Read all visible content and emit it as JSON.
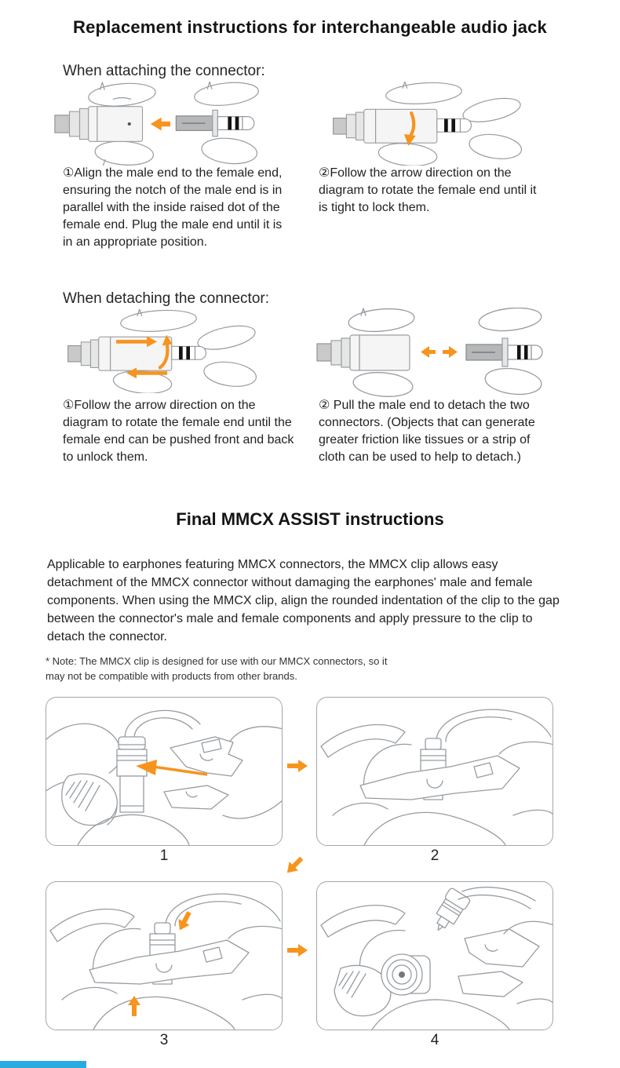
{
  "title": "Replacement instructions for interchangeable audio jack",
  "attach": {
    "heading": "When attaching the connector:",
    "step1": "①Align the male end to the female end, ensuring the notch of the male end is in parallel with the inside raised dot of the female end. Plug the male end until it is in an appropriate position.",
    "step2": "②Follow the arrow direction on the diagram to rotate the female end until it is tight to lock them."
  },
  "detach": {
    "heading": "When detaching the connector:",
    "step1": "①Follow the arrow direction on the diagram to rotate the female end until the female end can be pushed front and back to unlock them.",
    "step2": "② Pull the male end to detach the two connectors. (Objects that can generate greater friction like tissues or a strip of cloth can be used to help to detach.)"
  },
  "mmcx": {
    "heading": "Final MMCX ASSIST instructions",
    "paragraph": "Applicable to earphones featuring MMCX connectors, the MMCX clip allows easy detachment of the MMCX connector without damaging the earphones' male and female components. When using the MMCX clip, align the rounded indentation of the clip to the gap between the connector's male and female components and apply pressure to the clip to detach the connector.",
    "note": "* Note: The MMCX clip is designed for use with our MMCX connectors, so it may not be compatible with products from other brands.",
    "steps": [
      {
        "label": "1"
      },
      {
        "label": "2"
      },
      {
        "label": "3"
      },
      {
        "label": "4"
      }
    ]
  },
  "icons": {
    "attach_arrow": "arrow-left-icon",
    "rotate_down_arrow": "rotate-arrow-icon",
    "pull_apart_arrows": "pull-apart-arrows-icon",
    "between_panels": "arrow-right-icon",
    "row_transition": "arrow-down-left-icon"
  },
  "colors": {
    "accent_orange": "#F7941E",
    "panel_border": "#A2A7AB",
    "line_art_gray": "#979CA1",
    "text": "#1F1F1F",
    "bottom_bar_blue": "#29ABE2"
  }
}
